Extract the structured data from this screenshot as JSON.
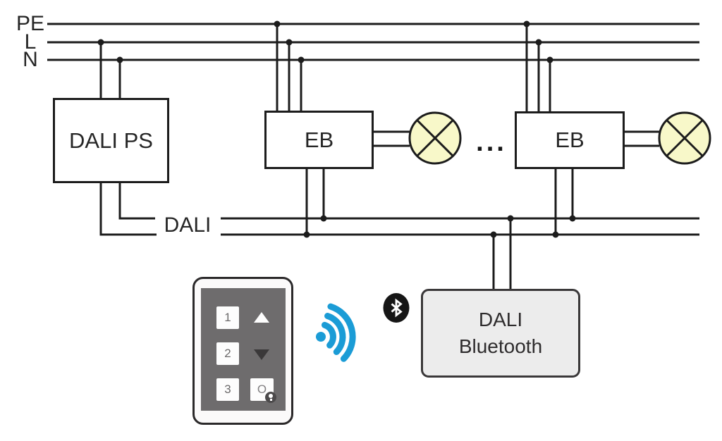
{
  "colors": {
    "line": "#1c1c1c",
    "lamp_fill": "#f8f8c9",
    "wifi_blue": "#1b9cd6",
    "bluetooth_black": "#161616",
    "panel_gray": "#6e6c6d",
    "bt_box_fill": "#ececec"
  },
  "bus": {
    "pe": "PE",
    "l": "L",
    "n": "N"
  },
  "dali_bus": {
    "label": "DALI"
  },
  "ellipsis": "...",
  "boxes": {
    "dali_ps": {
      "label": "DALI PS"
    },
    "eb_left": {
      "label": "EB"
    },
    "eb_right": {
      "label": "EB"
    },
    "dali_bluetooth": {
      "line1": "DALI",
      "line2": "Bluetooth"
    }
  },
  "remote": {
    "button_1": "1",
    "button_2": "2",
    "button_3": "3",
    "button_o": "O"
  }
}
